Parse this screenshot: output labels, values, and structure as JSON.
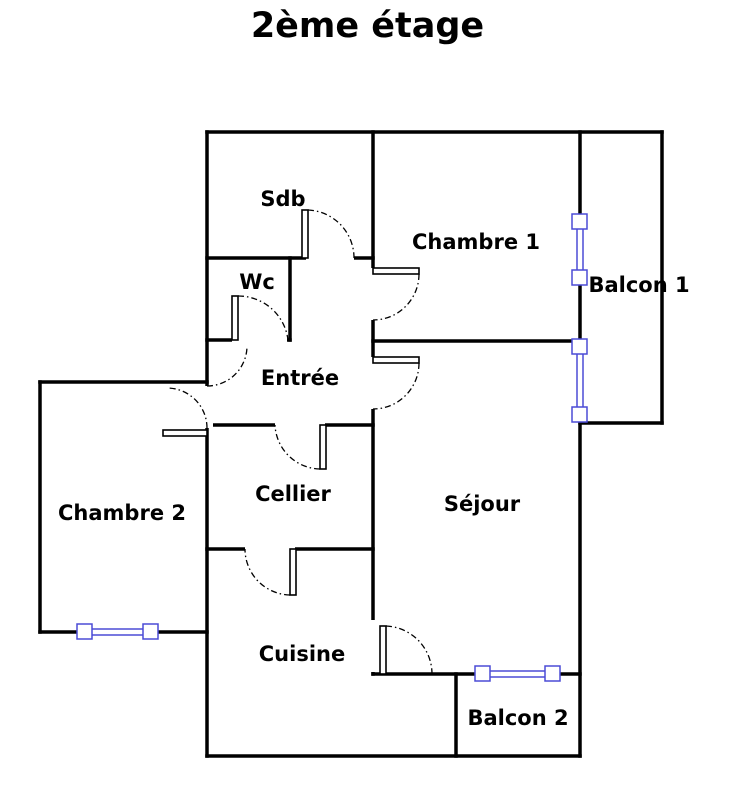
{
  "title": "2ème étage",
  "rooms": {
    "sdb": "Sdb",
    "chambre1": "Chambre 1",
    "balcon1": "Balcon 1",
    "wc": "Wc",
    "entree": "Entrée",
    "cellier": "Cellier",
    "chambre2": "Chambre 2",
    "sejour": "Séjour",
    "cuisine": "Cuisine",
    "balcon2": "Balcon 2"
  },
  "colors": {
    "wall": "#000000",
    "window": "#4b4bd6",
    "background": "#ffffff"
  }
}
